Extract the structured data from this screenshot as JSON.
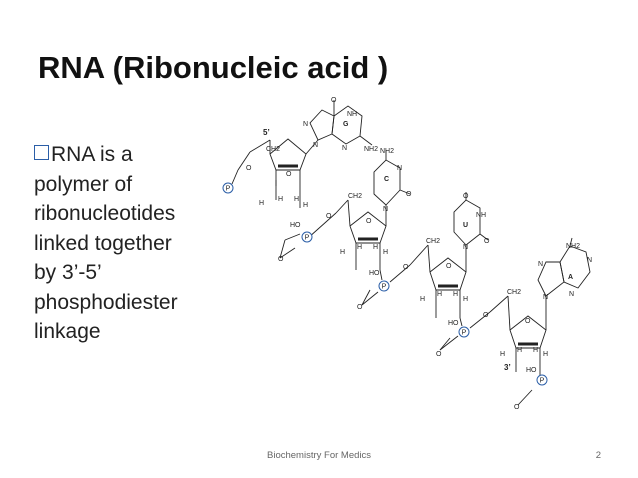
{
  "slide": {
    "title": "RNA (Ribonucleic acid )",
    "body_lines": [
      "RNA is a",
      "polymer of",
      "ribonucleotides",
      "linked together",
      "by 3’-5’",
      "phosphodiester",
      "linkage"
    ],
    "footer": "Biochemistry For Medics",
    "page_number": "2"
  },
  "diagram": {
    "end_5": "5’",
    "end_3": "3’",
    "phosphate": "P",
    "oxygen": "O",
    "hydroxyl": "HO",
    "hydrogen": "H",
    "ch2": "CH2",
    "bases": {
      "G": {
        "name": "G",
        "amine": "NH2",
        "nh": "NH",
        "n": "N",
        "o": "O"
      },
      "C": {
        "name": "C",
        "amine": "NH2",
        "n": "N",
        "o": "O"
      },
      "U": {
        "name": "U",
        "nh": "NH",
        "n": "N",
        "o": "O"
      },
      "A": {
        "name": "A",
        "amine": "NH2",
        "n": "N"
      }
    }
  }
}
